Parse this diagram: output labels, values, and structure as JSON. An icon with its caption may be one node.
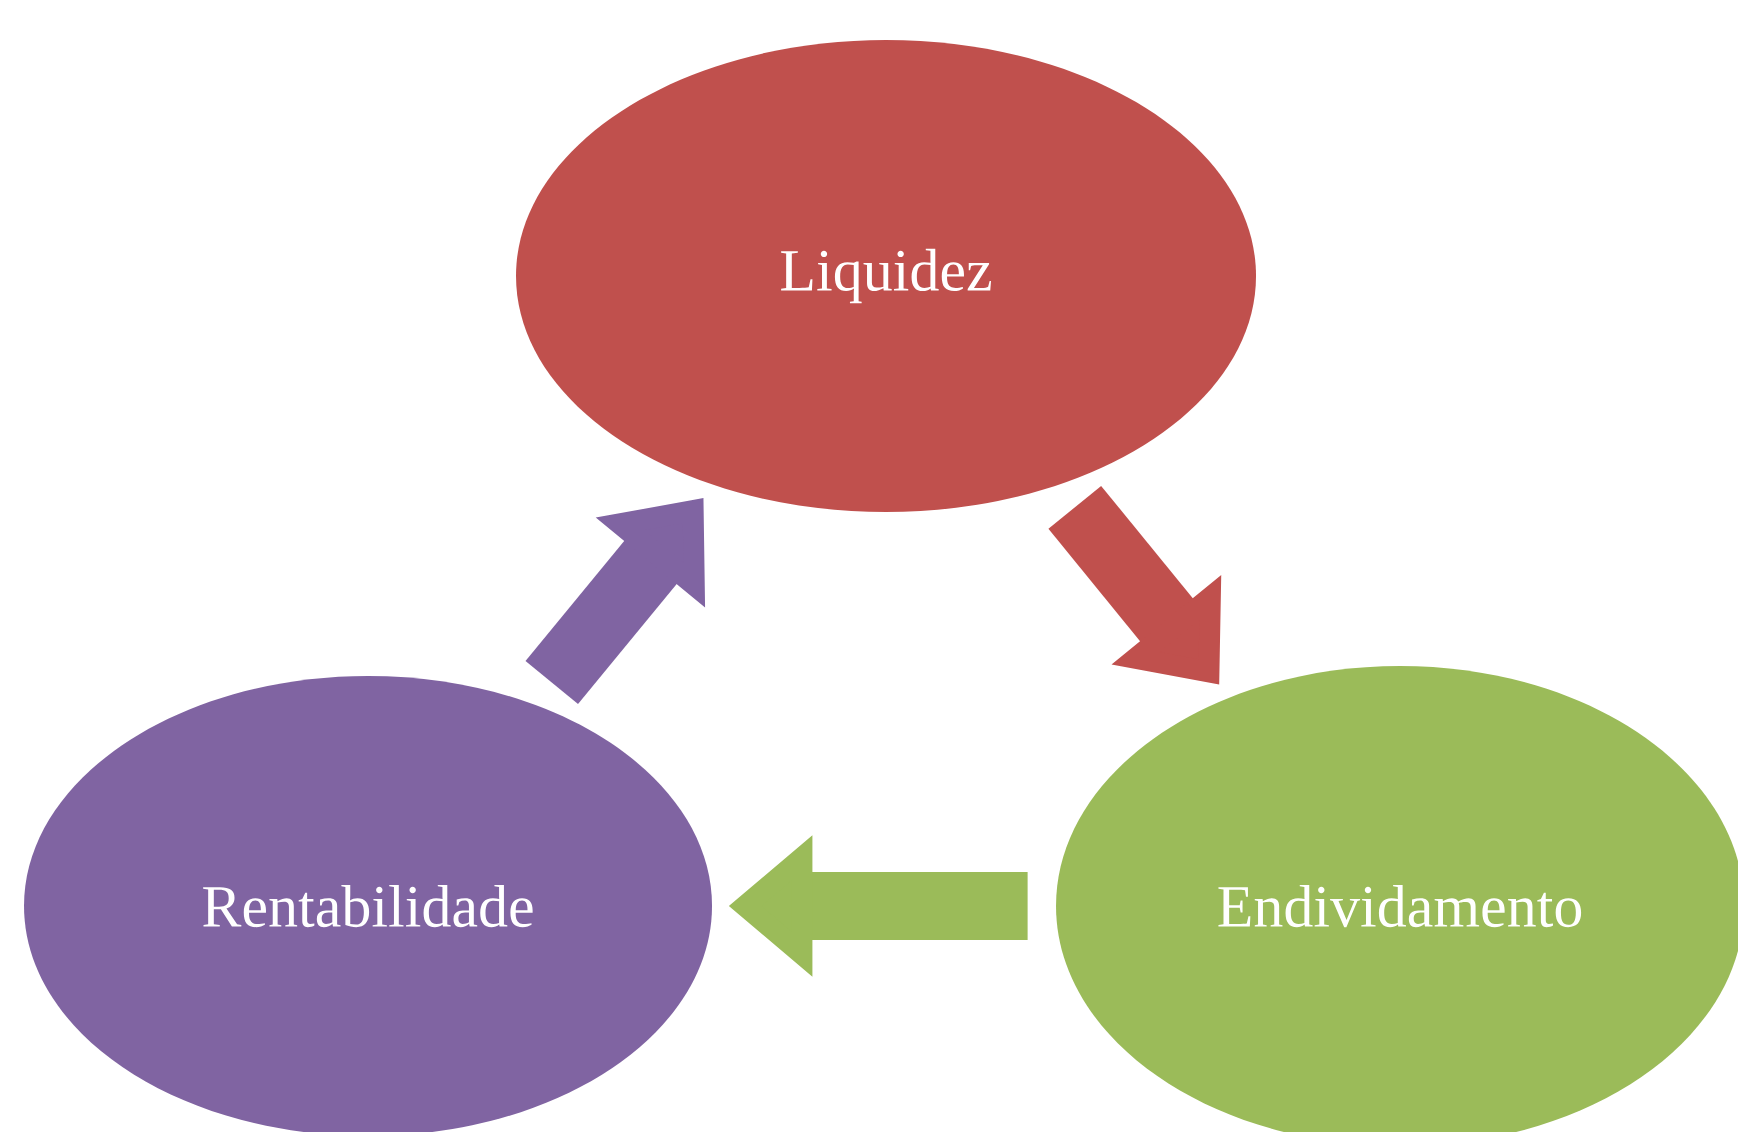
{
  "diagram": {
    "nodes": [
      {
        "text": [
          "Liquidez"
        ]
      },
      {
        "text": [
          "Endividamento"
        ]
      },
      {
        "text": [
          "Rentabilidade"
        ]
      }
    ],
    "edges": [
      {
        "from": 0,
        "to": 1,
        "arrow": "to",
        "color": "#c0504d"
      },
      {
        "from": 1,
        "to": 2,
        "arrow": "to",
        "color": "#9bbb59"
      },
      {
        "from": 2,
        "to": 0,
        "arrow": "to",
        "color": "#8064a2"
      }
    ]
  }
}
